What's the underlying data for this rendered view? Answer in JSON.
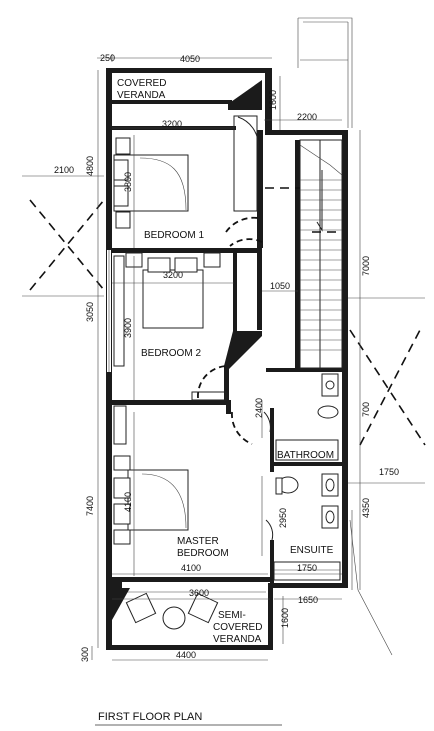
{
  "plan_title": "FIRST FLOOR PLAN",
  "rooms": {
    "covered_veranda": [
      "COVERED",
      "VERANDA"
    ],
    "bedroom1": "BEDROOM 1",
    "bedroom2": "BEDROOM 2",
    "master_bedroom": [
      "MASTER",
      "BEDROOM"
    ],
    "bathroom": "BATHROOM",
    "ensuite": "ENSUITE",
    "semi_covered_veranda": [
      "SEMI-",
      "COVERED",
      "VERANDA"
    ]
  },
  "dimensions": {
    "top_250": "250",
    "top_4050": "4050",
    "veranda_1600": "1600",
    "right_2200": "2200",
    "bed1_width_3200": "3200",
    "left_4800": "4800",
    "left_2100": "2100",
    "bed1_depth_3800": "3800",
    "right_7000": "7000",
    "bed2_width_3200": "3200",
    "hall_1050": "1050",
    "left_3050": "3050",
    "bed2_depth_3900": "3900",
    "bath_2400": "2400",
    "right_700": "700",
    "right_1750": "1750",
    "left_7400": "7400",
    "master_4100_v": "4100",
    "right_4350": "4350",
    "ensuite_2950": "2950",
    "master_4100_h": "4100",
    "ensuite_1750": "1750",
    "bottom_3600": "3600",
    "bottom_1650": "1650",
    "bottom_1600": "1600",
    "bottom_4400": "4400",
    "bottom_300": "300"
  }
}
